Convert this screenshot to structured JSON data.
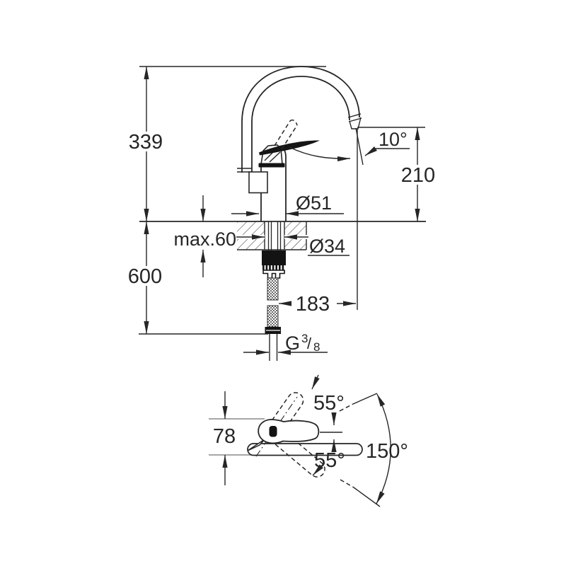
{
  "drawing": {
    "background": "#ffffff",
    "line_color": "#262626",
    "ref_line_color": "#8a8a8a",
    "front_view": {
      "overall_height": "339",
      "below_deck_length": "600",
      "deck_thickness": "max.60",
      "base_diameter": "Ø51",
      "hole_diameter": "Ø34",
      "spout_height": "210",
      "spout_angle": "10°",
      "spout_reach": "183",
      "thread": {
        "prefix": "G",
        "numerator": "3",
        "slash": "/",
        "denominator": "8"
      }
    },
    "plan_view": {
      "handle_depth": "78",
      "handle_swing_upper": "55°",
      "handle_swing_lower": "55°",
      "spout_swivel": "150°"
    }
  }
}
